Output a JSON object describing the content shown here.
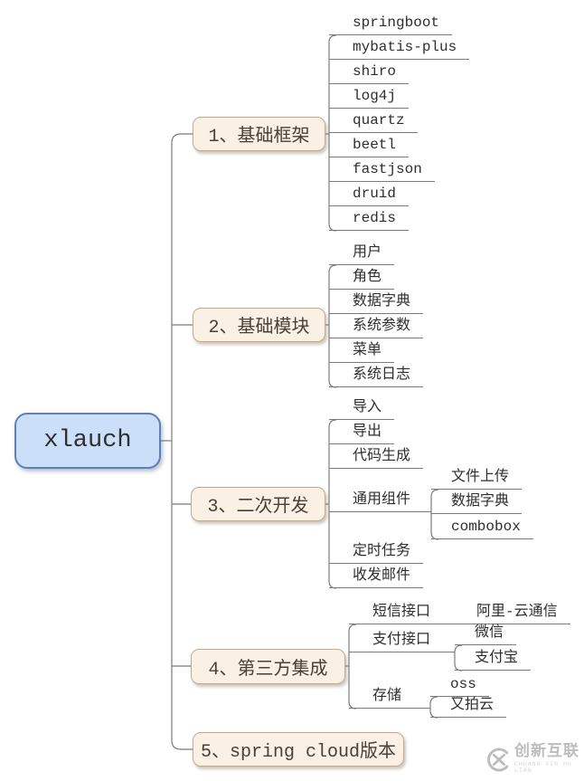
{
  "root": {
    "label": "xlauch"
  },
  "branches": [
    {
      "label": "1、基础框架",
      "children": [
        {
          "label": "springboot"
        },
        {
          "label": "mybatis-plus"
        },
        {
          "label": "shiro"
        },
        {
          "label": "log4j"
        },
        {
          "label": "quartz"
        },
        {
          "label": "beetl"
        },
        {
          "label": "fastjson"
        },
        {
          "label": "druid"
        },
        {
          "label": "redis"
        }
      ]
    },
    {
      "label": "2、基础模块",
      "children": [
        {
          "label": "用户"
        },
        {
          "label": "角色"
        },
        {
          "label": "数据字典"
        },
        {
          "label": "系统参数"
        },
        {
          "label": "菜单"
        },
        {
          "label": "系统日志"
        }
      ]
    },
    {
      "label": "3、二次开发",
      "children": [
        {
          "label": "导入"
        },
        {
          "label": "导出"
        },
        {
          "label": "代码生成"
        },
        {
          "label": "通用组件",
          "children": [
            {
              "label": "文件上传"
            },
            {
              "label": "数据字典"
            },
            {
              "label": "combobox"
            }
          ]
        },
        {
          "label": "定时任务"
        },
        {
          "label": "收发邮件"
        }
      ]
    },
    {
      "label": "4、第三方集成",
      "children": [
        {
          "label": "短信接口",
          "children": [
            {
              "label": "阿里-云通信"
            }
          ]
        },
        {
          "label": "支付接口",
          "children": [
            {
              "label": "微信"
            },
            {
              "label": "支付宝"
            }
          ]
        },
        {
          "label": "存储",
          "children": [
            {
              "label": "oss"
            },
            {
              "label": "又拍云"
            }
          ]
        }
      ]
    },
    {
      "label": "5、spring cloud版本"
    }
  ],
  "watermark": {
    "brand": "创新互联",
    "tagline": "CHUANG XIN HU LIAN"
  },
  "colors": {
    "root_fill": "#cbdff9",
    "root_border": "#5e81b5",
    "branch_fill": "#faf0e3",
    "branch_border": "#c2aa8f",
    "line": "#7b7b7b",
    "watermark": "#bdbdbd"
  }
}
